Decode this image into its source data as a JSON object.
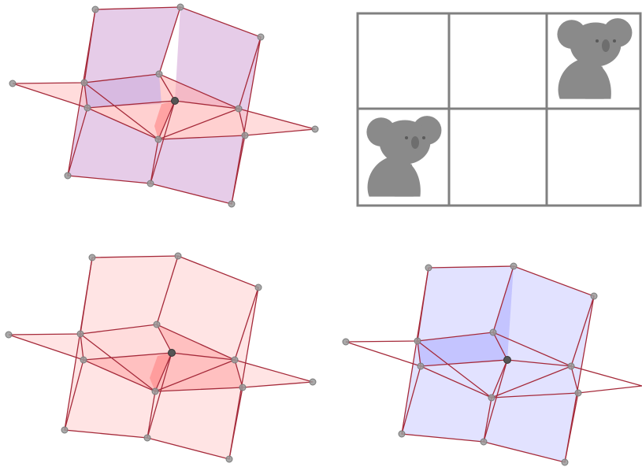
{
  "colors": {
    "edge": "#a52a3a",
    "vertex_fill": "#9a9a9a",
    "vertex_stroke": "#7a7a7a",
    "center_vertex": "#555555",
    "purple_face": "#d9b0dc",
    "pink_face": "#ffc4c4",
    "pink_face_strong": "#ff9a9a",
    "blue_face": "#d8d8ff",
    "blue_face_strong": "#b8b8ff",
    "grid_line": "#808080",
    "koala": "#8a8a8a"
  },
  "grid": {
    "rows": 2,
    "cols": 3,
    "koala_cells": [
      [
        0,
        2
      ],
      [
        1,
        0
      ]
    ],
    "koala_icon": "koala-icon"
  },
  "figures": [
    {
      "id": "top-left",
      "style": "purple"
    },
    {
      "id": "bottom-left",
      "style": "pink"
    },
    {
      "id": "bottom-right",
      "style": "blue"
    }
  ]
}
